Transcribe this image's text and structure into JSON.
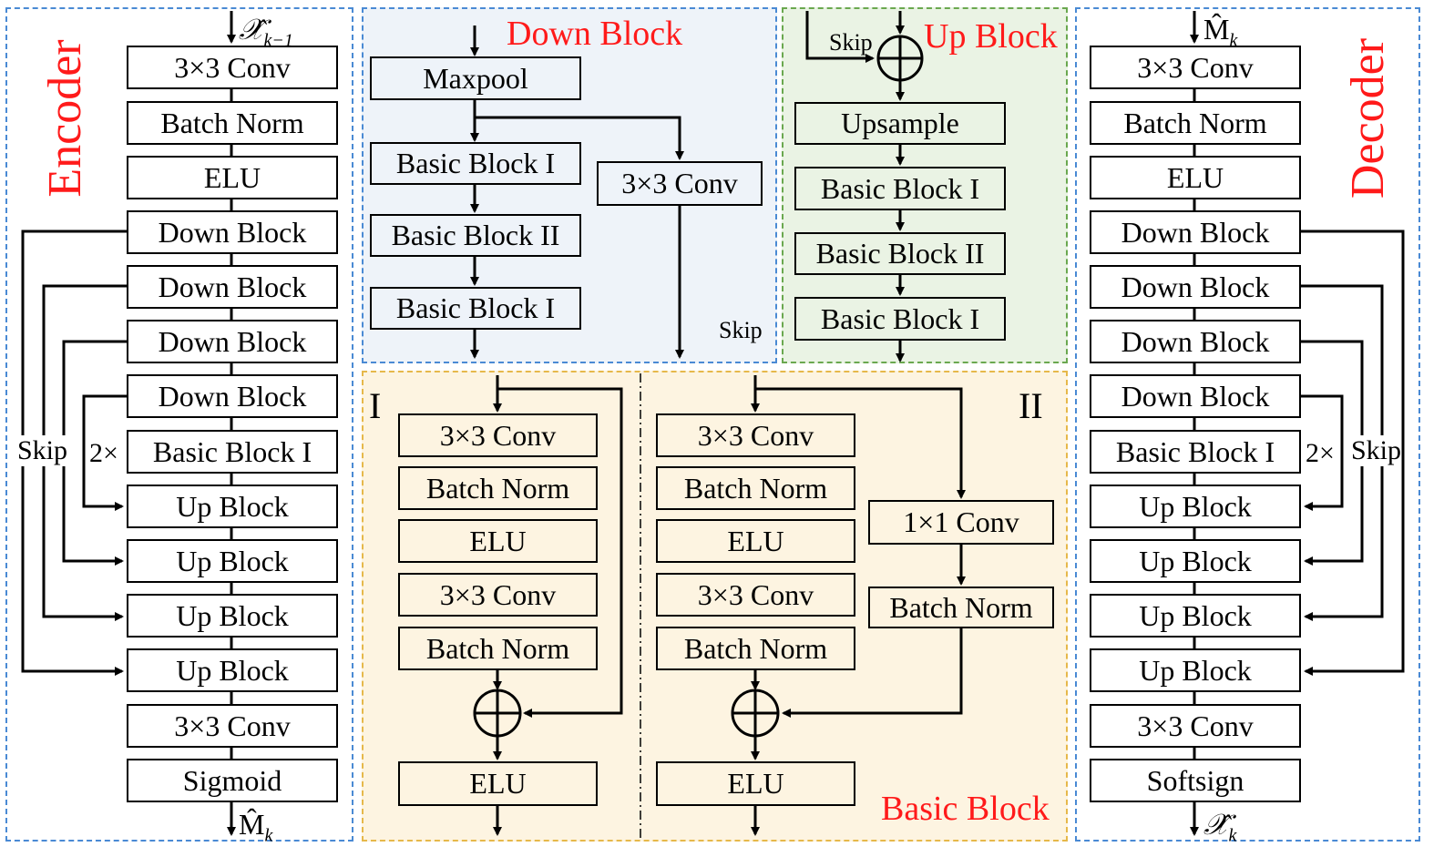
{
  "encoder": {
    "title": "Encoder",
    "input_label": "𝒳̂",
    "input_sub": "k−1",
    "output_label": "M̂",
    "output_sub": "k",
    "blocks": [
      "3×3 Conv",
      "Batch Norm",
      "ELU",
      "Down Block",
      "Down Block",
      "Down Block",
      "Down Block",
      "Basic Block I",
      "Up Block",
      "Up Block",
      "Up Block",
      "Up Block",
      "3×3 Conv",
      "Sigmoid"
    ],
    "skip_label": "Skip",
    "repeat_label": "2×"
  },
  "decoder": {
    "title": "Decoder",
    "input_label": "M̂",
    "input_sub": "k",
    "output_label": "𝒳̂",
    "output_sub": "k",
    "blocks": [
      "3×3 Conv",
      "Batch Norm",
      "ELU",
      "Down Block",
      "Down Block",
      "Down Block",
      "Down Block",
      "Basic Block I",
      "Up Block",
      "Up Block",
      "Up Block",
      "Up Block",
      "3×3 Conv",
      "Softsign"
    ],
    "skip_label": "Skip",
    "repeat_label": "2×"
  },
  "down_block": {
    "title": "Down Block",
    "blocks": [
      "Maxpool",
      "Basic Block I",
      "Basic Block II",
      "Basic Block I"
    ],
    "side_block": "3×3 Conv",
    "skip_label": "Skip"
  },
  "up_block": {
    "title": "Up Block",
    "skip_label": "Skip",
    "blocks": [
      "Upsample",
      "Basic Block I",
      "Basic Block II",
      "Basic Block I"
    ]
  },
  "basic_block": {
    "title": "Basic Block",
    "variant1": {
      "label": "I",
      "blocks": [
        "3×3 Conv",
        "Batch Norm",
        "ELU",
        "3×3 Conv",
        "Batch Norm"
      ],
      "output": "ELU"
    },
    "variant2": {
      "label": "II",
      "blocks": [
        "3×3 Conv",
        "Batch Norm",
        "ELU",
        "3×3 Conv",
        "Batch Norm"
      ],
      "output": "ELU",
      "shortcut": [
        "1×1 Conv",
        "Batch Norm"
      ]
    }
  },
  "colors": {
    "title_red": "#ff1a1a",
    "panel_border": "#4a8ad4",
    "down_bg": "#eef3f9",
    "up_bg": "#eaf3e4",
    "basic_bg": "#fdf4e1"
  }
}
